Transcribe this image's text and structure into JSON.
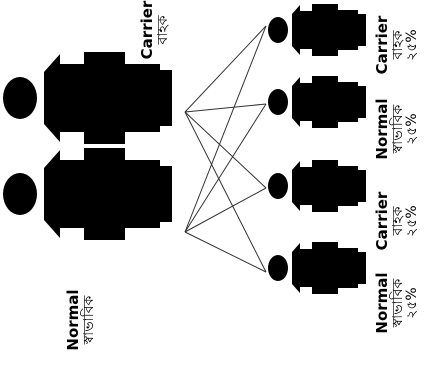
{
  "colors": {
    "figure": "#000000",
    "line": "#333333",
    "background": "#ffffff"
  },
  "parents": [
    {
      "en": "Normal",
      "bn": "স্বাভাবিক",
      "icon": "person-icon"
    },
    {
      "en": "Carrier",
      "bn": "বাহক",
      "icon": "person-icon"
    }
  ],
  "children": [
    {
      "en": "Normal",
      "bn": "স্বাভাবিক",
      "pct": "২৫%",
      "icon": "person-icon"
    },
    {
      "en": "Carrier",
      "bn": "বাহক",
      "pct": "২৫%",
      "icon": "person-icon"
    },
    {
      "en": "Normal",
      "bn": "স্বাভাবিক",
      "pct": "২৫%",
      "icon": "person-icon"
    },
    {
      "en": "Carrier",
      "bn": "বাহক",
      "pct": "২৫%",
      "icon": "person-icon"
    }
  ]
}
